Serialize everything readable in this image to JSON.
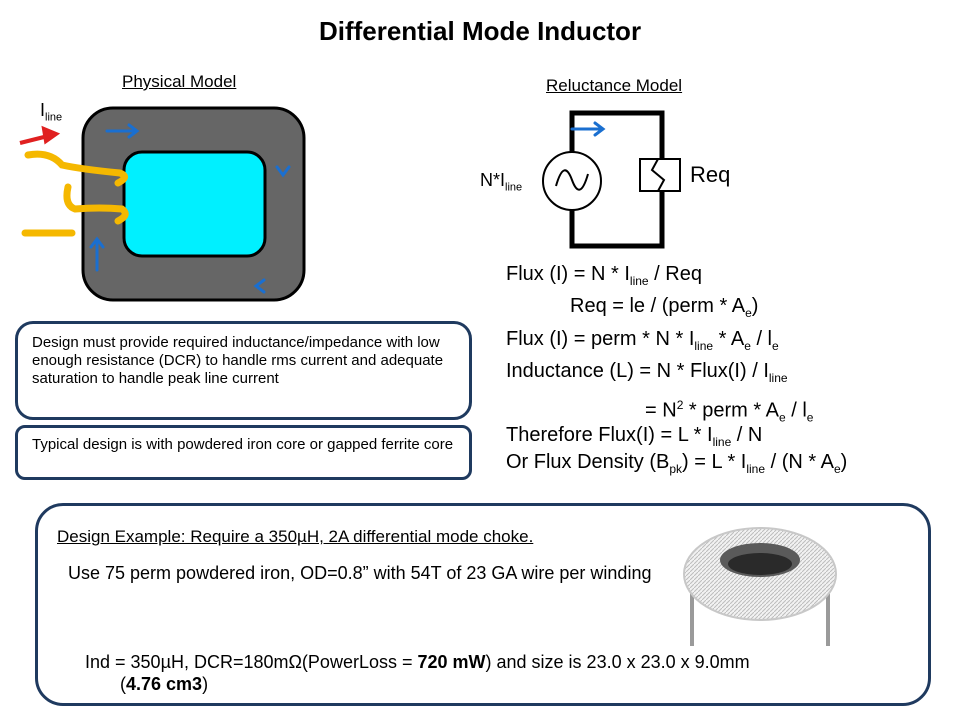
{
  "title": "Differential Mode Inductor",
  "physical_model": {
    "label": "Physical Model",
    "current_label": "I",
    "current_sub": "line"
  },
  "reluctance_model": {
    "label": "Reluctance Model",
    "source_label": "N*I",
    "source_sub": "line",
    "resistor_label": "Req"
  },
  "equations": {
    "eq1": {
      "a": "Flux (I) = N * I",
      "sub": "line",
      "b": " / Req"
    },
    "eq2": {
      "a": "Req =  le / (perm * A",
      "sub": "e",
      "b": ")"
    },
    "eq3": {
      "a": "Flux (I) = perm * N * I",
      "sub1": "line",
      "b": " *  A",
      "sub2": "e",
      "c": " / l",
      "sub3": "e"
    },
    "eq4": {
      "a": "Inductance  (L) = N * Flux(I) / I",
      "sub": "line"
    },
    "eq5": {
      "a": "= N",
      "sup": "2",
      "b": " * perm * A",
      "sub1": "e",
      "c": " / l",
      "sub2": "e"
    },
    "eq6": {
      "a": "Therefore Flux(I) = L * I",
      "sub": "line",
      "b": " / N"
    },
    "eq7": {
      "a": "Or Flux Density (B",
      "sub1": "pk",
      "b": ") = L * I",
      "sub2": "line",
      "c": " / (N * A",
      "sub3": "e",
      "d": ")"
    }
  },
  "notes": {
    "design_note": "Design must provide required inductance/impedance with low enough resistance (DCR) to handle rms current and adequate saturation to handle peak line current",
    "typical_note": "Typical design is with powdered iron core or gapped ferrite core"
  },
  "example": {
    "heading": "Design Example: Require a 350µH, 2A differential mode choke.",
    "line1": "Use 75 perm powdered iron, OD=0.8” with 54T of 23 GA wire per winding",
    "result_a": "Ind = 350µH, DCR=180mΩ(PowerLoss = ",
    "result_bold1": "720 mW",
    "result_b": ") and size is 23.0 x 23.0 x 9.0mm",
    "result_c": "(",
    "result_bold2": "4.76 cm3",
    "result_d": ")"
  },
  "colors": {
    "core": "#666666",
    "window": "#00f0ff",
    "winding": "#f5b800",
    "arrow_red": "#e02020",
    "flux_arrow": "#1a6fd0",
    "box_border": "#1f3a5f"
  }
}
